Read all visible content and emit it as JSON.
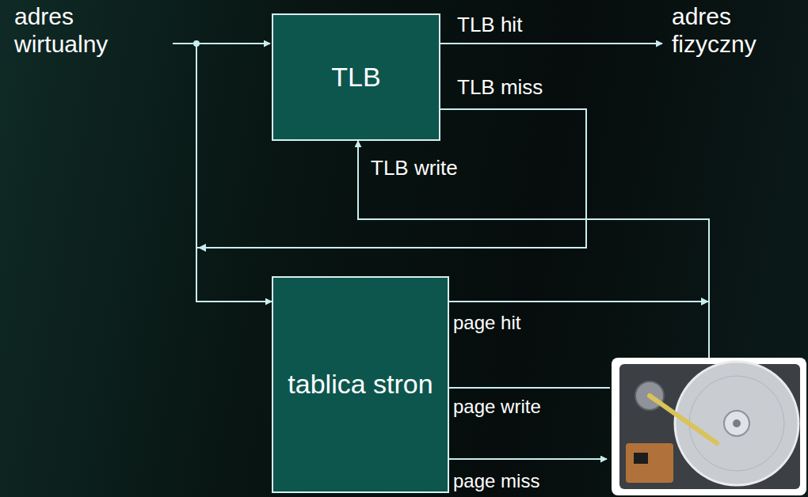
{
  "diagram": {
    "nodes": [
      {
        "text": [
          "TLB"
        ]
      },
      {
        "text": [
          "tablica stron"
        ]
      }
    ],
    "edges": [
      {
        "from": 0,
        "to": 1,
        "arrow": "to",
        "label": "TLB miss"
      },
      {
        "from": 1,
        "to": 0,
        "arrow": "to",
        "label": "page hit"
      }
    ],
    "labels": [
      "adres wirtualny",
      "adres fizyczny",
      "TLB hit",
      "TLB write",
      "page write",
      "page miss"
    ]
  }
}
